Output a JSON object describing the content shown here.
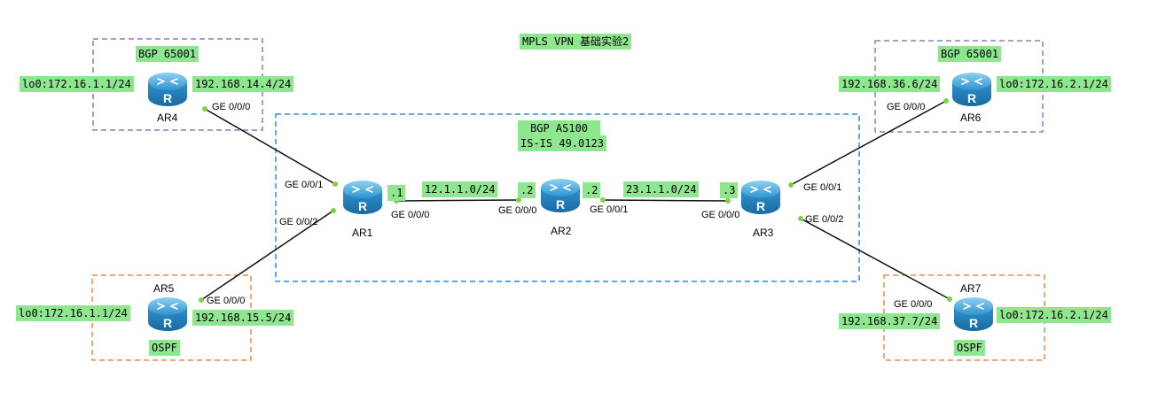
{
  "title": "MPLS VPN 基础实验2",
  "core": {
    "as_label": "BGP AS100",
    "igp_label": "IS-IS 49.0123"
  },
  "sites": {
    "ar4": {
      "bgp": "BGP 65001",
      "lo": "lo0:172.16.1.1/24",
      "ip": "192.168.14.4/24"
    },
    "ar6": {
      "bgp": "BGP 65001",
      "lo": "lo0:172.16.2.1/24",
      "ip": "192.168.36.6/24"
    },
    "ar5": {
      "lo": "lo0:172.16.1.1/24",
      "ip": "192.168.15.5/24",
      "proto": "OSPF"
    },
    "ar7": {
      "lo": "lo0:172.16.2.1/24",
      "ip": "192.168.37.7/24",
      "proto": "OSPF"
    }
  },
  "links": {
    "ar1_ar2": "12.1.1.0/24",
    "ar2_ar3": "23.1.1.0/24"
  },
  "host_ids": {
    "ar1": ".1",
    "ar2_left": ".2",
    "ar2_right": ".2",
    "ar3": ".3"
  },
  "routers": {
    "ar1": "AR1",
    "ar2": "AR2",
    "ar3": "AR3",
    "ar4": "AR4",
    "ar5": "AR5",
    "ar6": "AR6",
    "ar7": "AR7"
  },
  "ports": {
    "ar4_ge000": "GE 0/0/0",
    "ar1_ge001": "GE 0/0/1",
    "ar1_ge002": "GE 0/0/2",
    "ar1_ge000": "GE 0/0/0",
    "ar2_ge000": "GE 0/0/0",
    "ar2_ge001": "GE 0/0/1",
    "ar3_ge000": "GE 0/0/0",
    "ar3_ge001": "GE 0/0/1",
    "ar3_ge002": "GE 0/0/2",
    "ar6_ge000": "GE 0/0/0",
    "ar5_ge000": "GE 0/0/0",
    "ar7_ge000": "GE 0/0/0"
  },
  "colors": {
    "label_bg": "#8ee68e",
    "core_border": "#2b8ae0",
    "bgp_site_border": "#8a7fb8",
    "ospf_site_border": "#ee8a4a",
    "link": "#111111",
    "port_dot": "#7ed14a",
    "router_body": "#3aa6df"
  }
}
